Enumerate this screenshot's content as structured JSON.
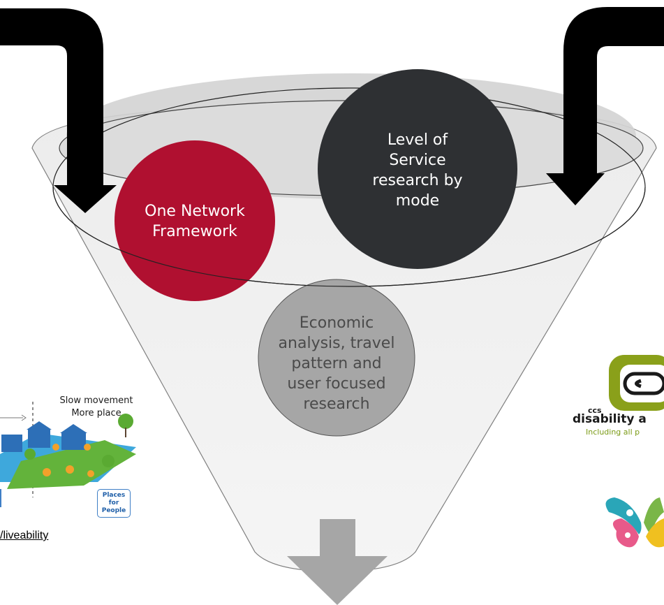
{
  "diagram": {
    "circles": [
      {
        "id": "one-network",
        "text": "One Network Framework",
        "lines": [
          "One Network",
          "Framework"
        ],
        "color": "#b01030"
      },
      {
        "id": "level-of-service",
        "text": "Level of Service research by mode",
        "lines": [
          "Level of",
          "Service",
          "research by",
          "mode"
        ],
        "color": "#2e3033"
      },
      {
        "id": "economic",
        "text": "Economic analysis, travel pattern and user focused research",
        "lines": [
          "Economic",
          "analysis, travel",
          "pattern and",
          "user focused",
          "research"
        ],
        "color": "#a6a6a6"
      }
    ],
    "funnel_color": "#d9d9d9",
    "output_arrow_color": "#a6a6a6",
    "input_arrow_color": "#000000"
  },
  "left_card": {
    "heading_line1": "Slow movement",
    "heading_line2": "More place",
    "badge_line1": "Places for",
    "badge_line2": "People",
    "link_text": "/liveability"
  },
  "right_logos": {
    "ccs_small": "ccs",
    "ccs_main": "disability a",
    "ccs_tagline": "Including all p"
  }
}
